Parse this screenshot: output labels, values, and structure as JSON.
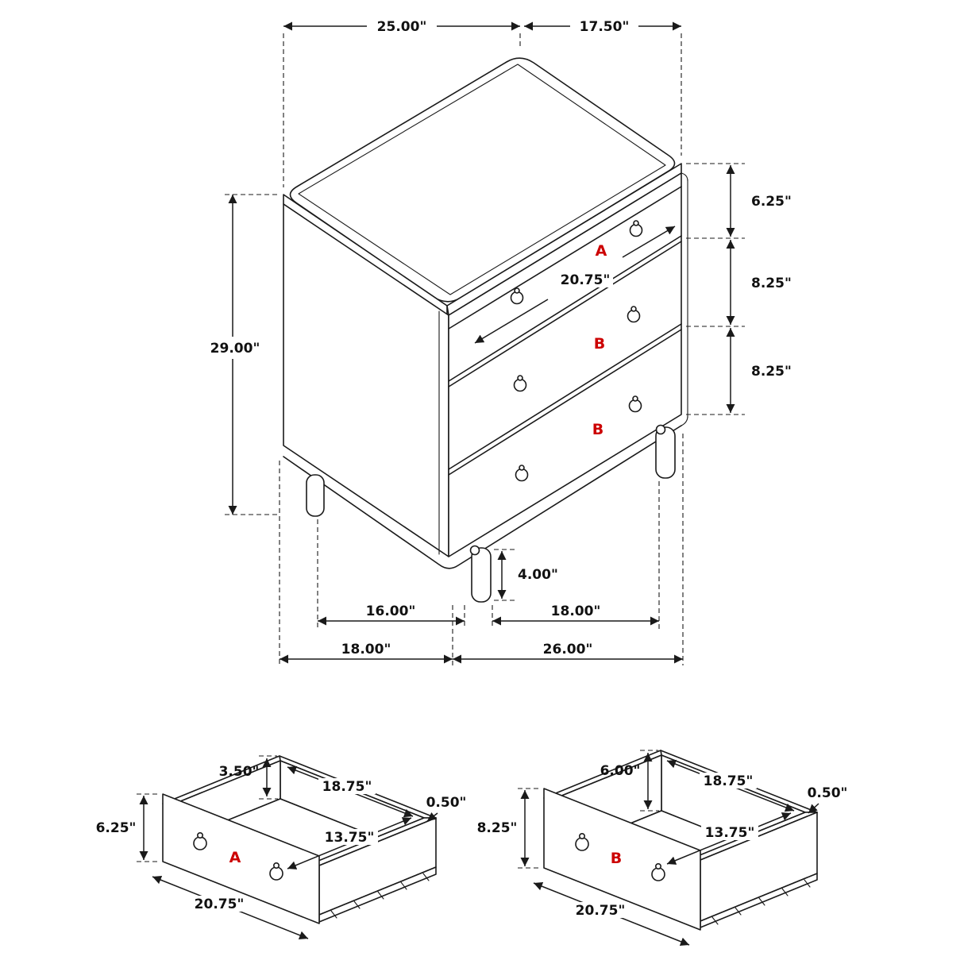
{
  "colors": {
    "line": "#1a1a1a",
    "label": "#cc0000",
    "background": "#ffffff"
  },
  "main": {
    "labels": {
      "a": "A",
      "b1": "B",
      "b2": "B"
    },
    "dims": {
      "top_depth": "25.00\"",
      "top_width": "17.50\"",
      "drawer_a_h": "6.25\"",
      "drawer_b1_h": "8.25\"",
      "drawer_b2_h": "8.25\"",
      "height": "29.00\"",
      "drawer_w": "20.75\"",
      "leg_h": "4.00\"",
      "span_16": "16.00\"",
      "span_18": "18.00\"",
      "base_18": "18.00\"",
      "base_26": "26.00\""
    }
  },
  "drawer_a": {
    "label": "A",
    "dims": {
      "front_h": "6.25\"",
      "inner_h": "3.50\"",
      "inner_w": "18.75\"",
      "thickness": "0.50\"",
      "inner_d": "13.75\"",
      "front_w": "20.75\""
    }
  },
  "drawer_b": {
    "label": "B",
    "dims": {
      "front_h": "8.25\"",
      "inner_h": "6.00\"",
      "inner_w": "18.75\"",
      "thickness": "0.50\"",
      "inner_d": "13.75\"",
      "front_w": "20.75\""
    }
  }
}
